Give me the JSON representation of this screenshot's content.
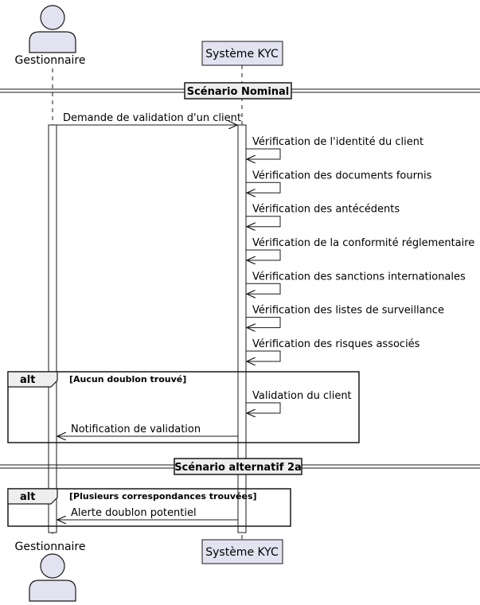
{
  "participants": {
    "manager": "Gestionnaire",
    "system": "Système KYC"
  },
  "dividers": [
    "Scénario Nominal",
    "Scénario alternatif 2a"
  ],
  "messages": {
    "request": "Demande de validation d'un client",
    "self_checks": [
      "Vérification de l'identité du client",
      "Vérification des documents fournis",
      "Vérification des antécédents",
      "Vérification de la conformité réglementaire",
      "Vérification des sanctions internationales",
      "Vérification des listes de surveillance",
      "Vérification des risques associés"
    ]
  },
  "alt_blocks": [
    {
      "keyword": "alt",
      "guard": "[Aucun doublon trouvé]",
      "self_message": "Validation du client",
      "reply": "Notification de validation"
    },
    {
      "keyword": "alt",
      "guard": "[Plusieurs correspondances trouvées]",
      "reply": "Alerte doublon potentiel"
    }
  ],
  "colors": {
    "participant_fill": "#E2E2F0",
    "participant_stroke": "#181818",
    "divider_fill": "#EEEEEE",
    "line": "#181818"
  }
}
